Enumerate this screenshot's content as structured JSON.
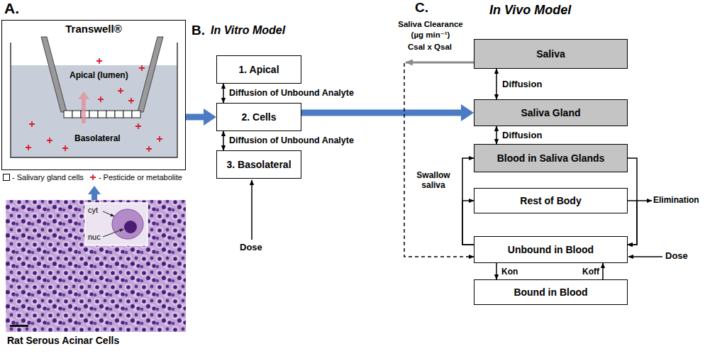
{
  "diagram": {
    "nodes": [
      {
        "text": [
          "Transwell®",
          "Apical (lumen)",
          "Basolateral"
        ]
      },
      {
        "text": [
          "1. Apical"
        ]
      },
      {
        "text": [
          "2. Cells"
        ]
      },
      {
        "text": [
          "3. Basolateral"
        ]
      },
      {
        "text": [
          "Saliva"
        ]
      },
      {
        "text": [
          "Saliva Gland"
        ]
      },
      {
        "text": [
          "Blood in Saliva Glands"
        ]
      },
      {
        "text": [
          "Rest of Body"
        ]
      },
      {
        "text": [
          "Unbound in Blood"
        ]
      },
      {
        "text": [
          "Bound in Blood"
        ]
      }
    ],
    "edges": [
      {
        "from": 0,
        "to": 2,
        "arrow": "to"
      },
      {
        "from": 2,
        "to": 5,
        "arrow": "to"
      },
      {
        "from": 1,
        "to": 2,
        "label": "Diffusion of Unbound Analyte",
        "arrow": "both"
      },
      {
        "from": 2,
        "to": 3,
        "label": "Diffusion of Unbound Analyte",
        "arrow": "both"
      },
      {
        "from": 4,
        "to": 5,
        "label": "Diffusion",
        "arrow": "both"
      },
      {
        "from": 5,
        "to": 6,
        "label": "Diffusion",
        "arrow": "both"
      },
      {
        "from": 4,
        "to": 8,
        "label": "Saliva Clearance (µg min⁻¹)",
        "arrow": "to"
      },
      {
        "from": 6,
        "to": 8,
        "arrow": "to"
      },
      {
        "from": 7,
        "to": 8,
        "arrow": "to"
      },
      {
        "from": 8,
        "to": 7,
        "arrow": "to"
      },
      {
        "from": 8,
        "to": 6,
        "arrow": "to"
      },
      {
        "from": 8,
        "to": 9,
        "label": "Kon",
        "arrow": "to"
      },
      {
        "from": 9,
        "to": 8,
        "label": "Koff",
        "arrow": "to"
      }
    ],
    "labels": [
      "A.",
      "cyt",
      "nuc",
      "Rat Serous Acinar Cells",
      "B.",
      "In Vitro Model",
      "Dose",
      "C.",
      "In Vivo Model",
      "Csal x Qsal",
      "Swallow saliva",
      "Elimination",
      "Dose"
    ],
    "legend": [
      {
        "text": "- Salivary gland cells"
      },
      {
        "text": "- Pesticide or metabolite"
      }
    ]
  }
}
